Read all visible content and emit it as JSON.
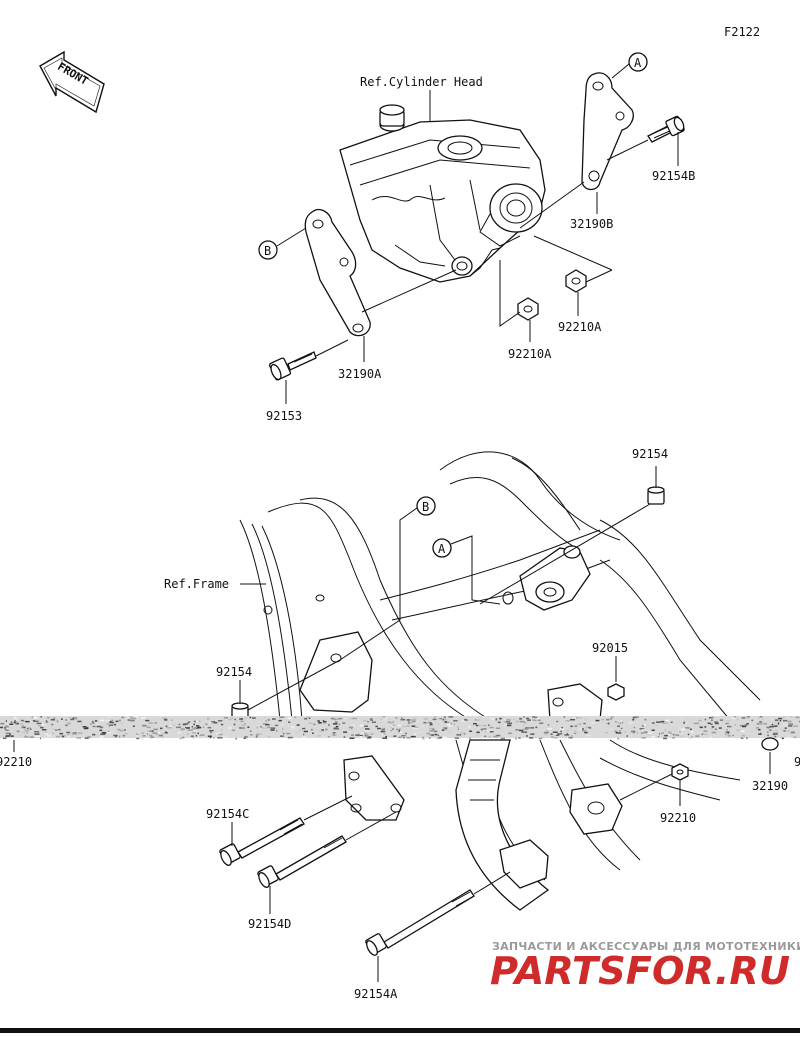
{
  "figure_id": "F2122",
  "direction_label": "FRONT",
  "references": {
    "cylinder_head": "Ref.Cylinder Head",
    "frame": "Ref.Frame"
  },
  "markers": {
    "a_top": "A",
    "b_top": "B",
    "a_frame": "A",
    "b_frame": "B"
  },
  "callouts": {
    "p92154B": "92154B",
    "p32190B": "32190B",
    "p92210A_right": "92210A",
    "p92210A_center": "92210A",
    "p32190A": "32190A",
    "p92153": "92153",
    "p92154_top": "92154",
    "p92015": "92015",
    "p92154_left": "92154",
    "p92210_left": "92210",
    "p32190_right": "32190",
    "p92210_right": "92210",
    "p92154C": "92154C",
    "p92154D": "92154D",
    "p92154A": "92154A",
    "p9_cut": "9"
  },
  "watermark": {
    "tagline": "ЗАПЧАСТИ И АКСЕССУАРЫ ДЛЯ МОТОТЕХНИКИ",
    "brand": "PARTSFOR.RU"
  },
  "colors": {
    "line": "#111111",
    "watermark_red": "#cf2b2b",
    "watermark_gray": "#8b8b8b"
  }
}
